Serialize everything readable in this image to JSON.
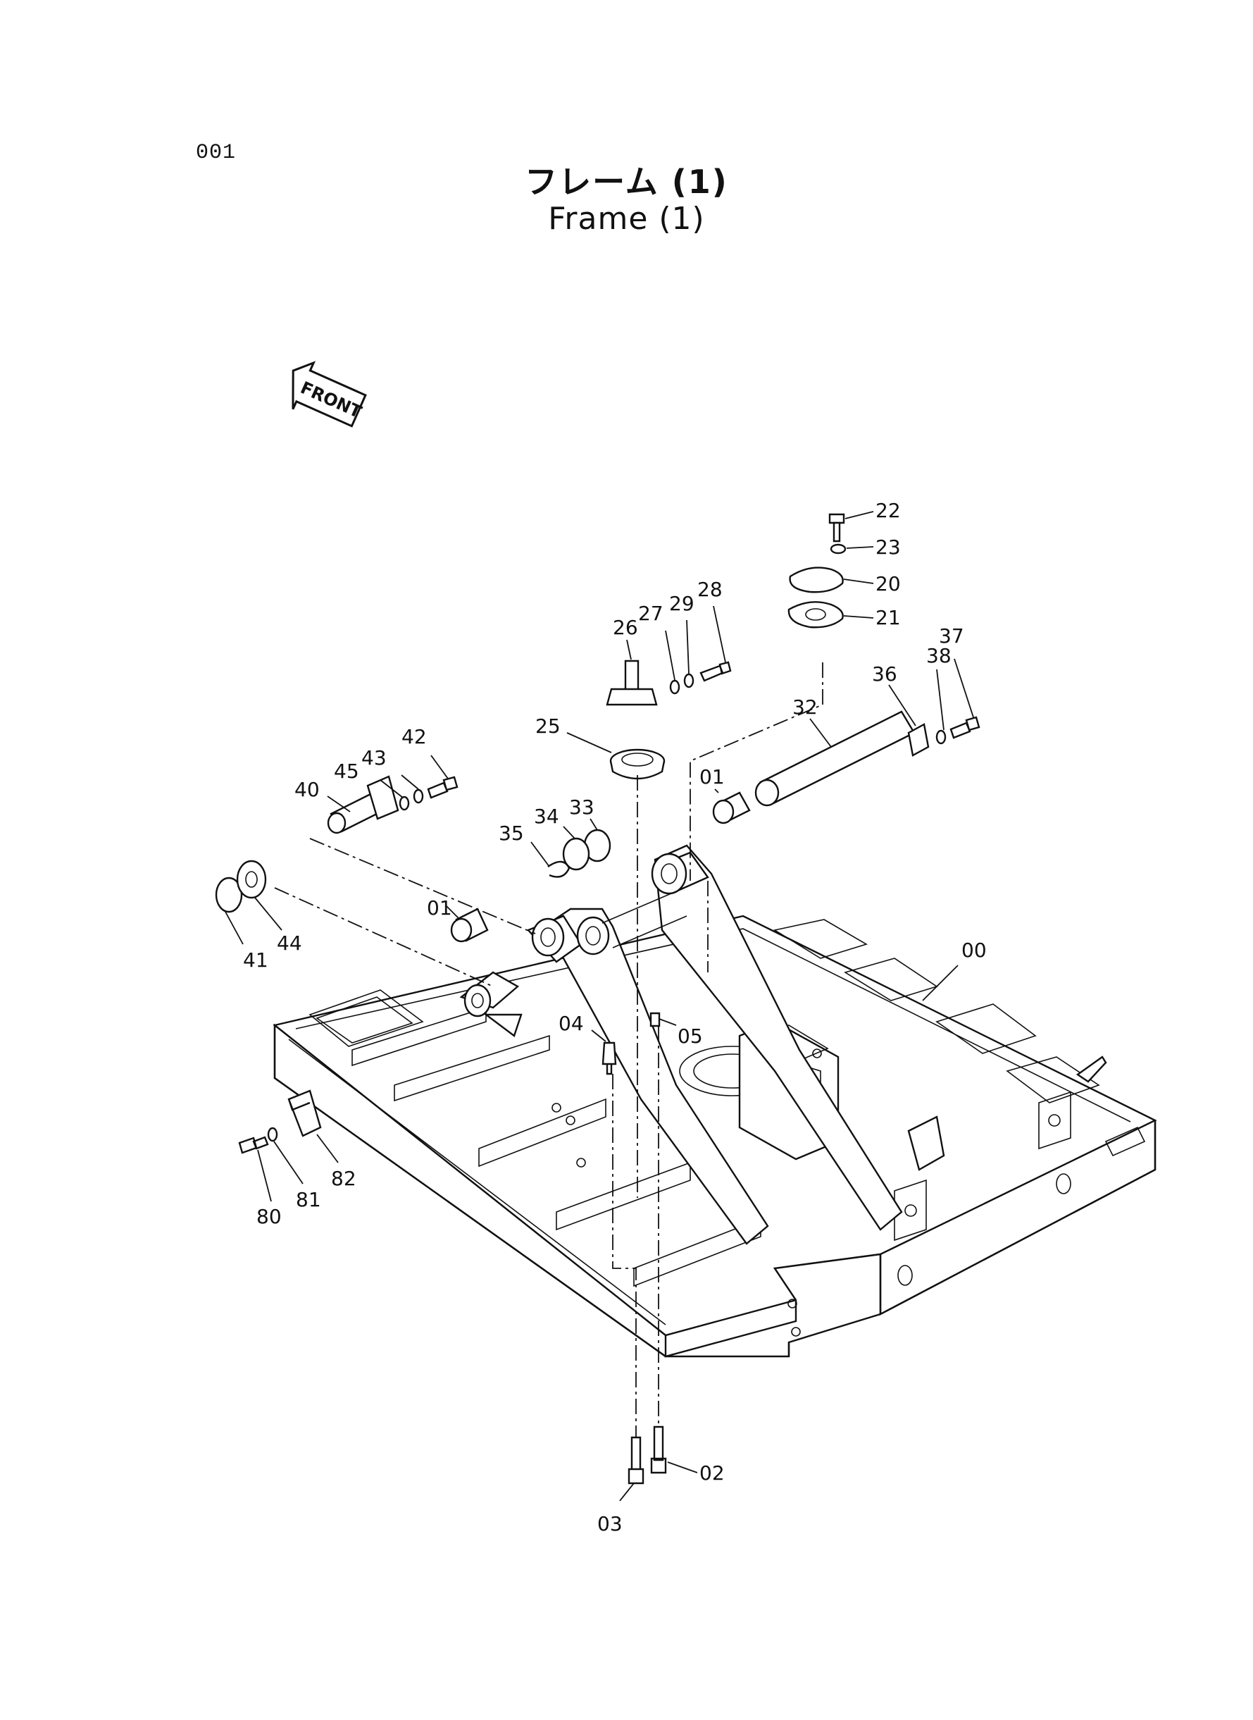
{
  "page": {
    "code": "001",
    "title_jp": "フレーム (1)",
    "title_en": "Frame (1)",
    "front_label": "FRONT"
  },
  "callouts": [
    {
      "id": "22"
    },
    {
      "id": "23"
    },
    {
      "id": "20"
    },
    {
      "id": "21"
    },
    {
      "id": "28"
    },
    {
      "id": "27"
    },
    {
      "id": "29"
    },
    {
      "id": "26"
    },
    {
      "id": "25"
    },
    {
      "id": "38"
    },
    {
      "id": "37"
    },
    {
      "id": "36"
    },
    {
      "id": "32"
    },
    {
      "id": "01"
    },
    {
      "id": "42"
    },
    {
      "id": "43"
    },
    {
      "id": "45"
    },
    {
      "id": "40"
    },
    {
      "id": "33"
    },
    {
      "id": "34"
    },
    {
      "id": "35"
    },
    {
      "id": "01"
    },
    {
      "id": "41"
    },
    {
      "id": "44"
    },
    {
      "id": "00"
    },
    {
      "id": "04"
    },
    {
      "id": "05"
    },
    {
      "id": "80"
    },
    {
      "id": "81"
    },
    {
      "id": "82"
    },
    {
      "id": "02"
    },
    {
      "id": "03"
    }
  ]
}
